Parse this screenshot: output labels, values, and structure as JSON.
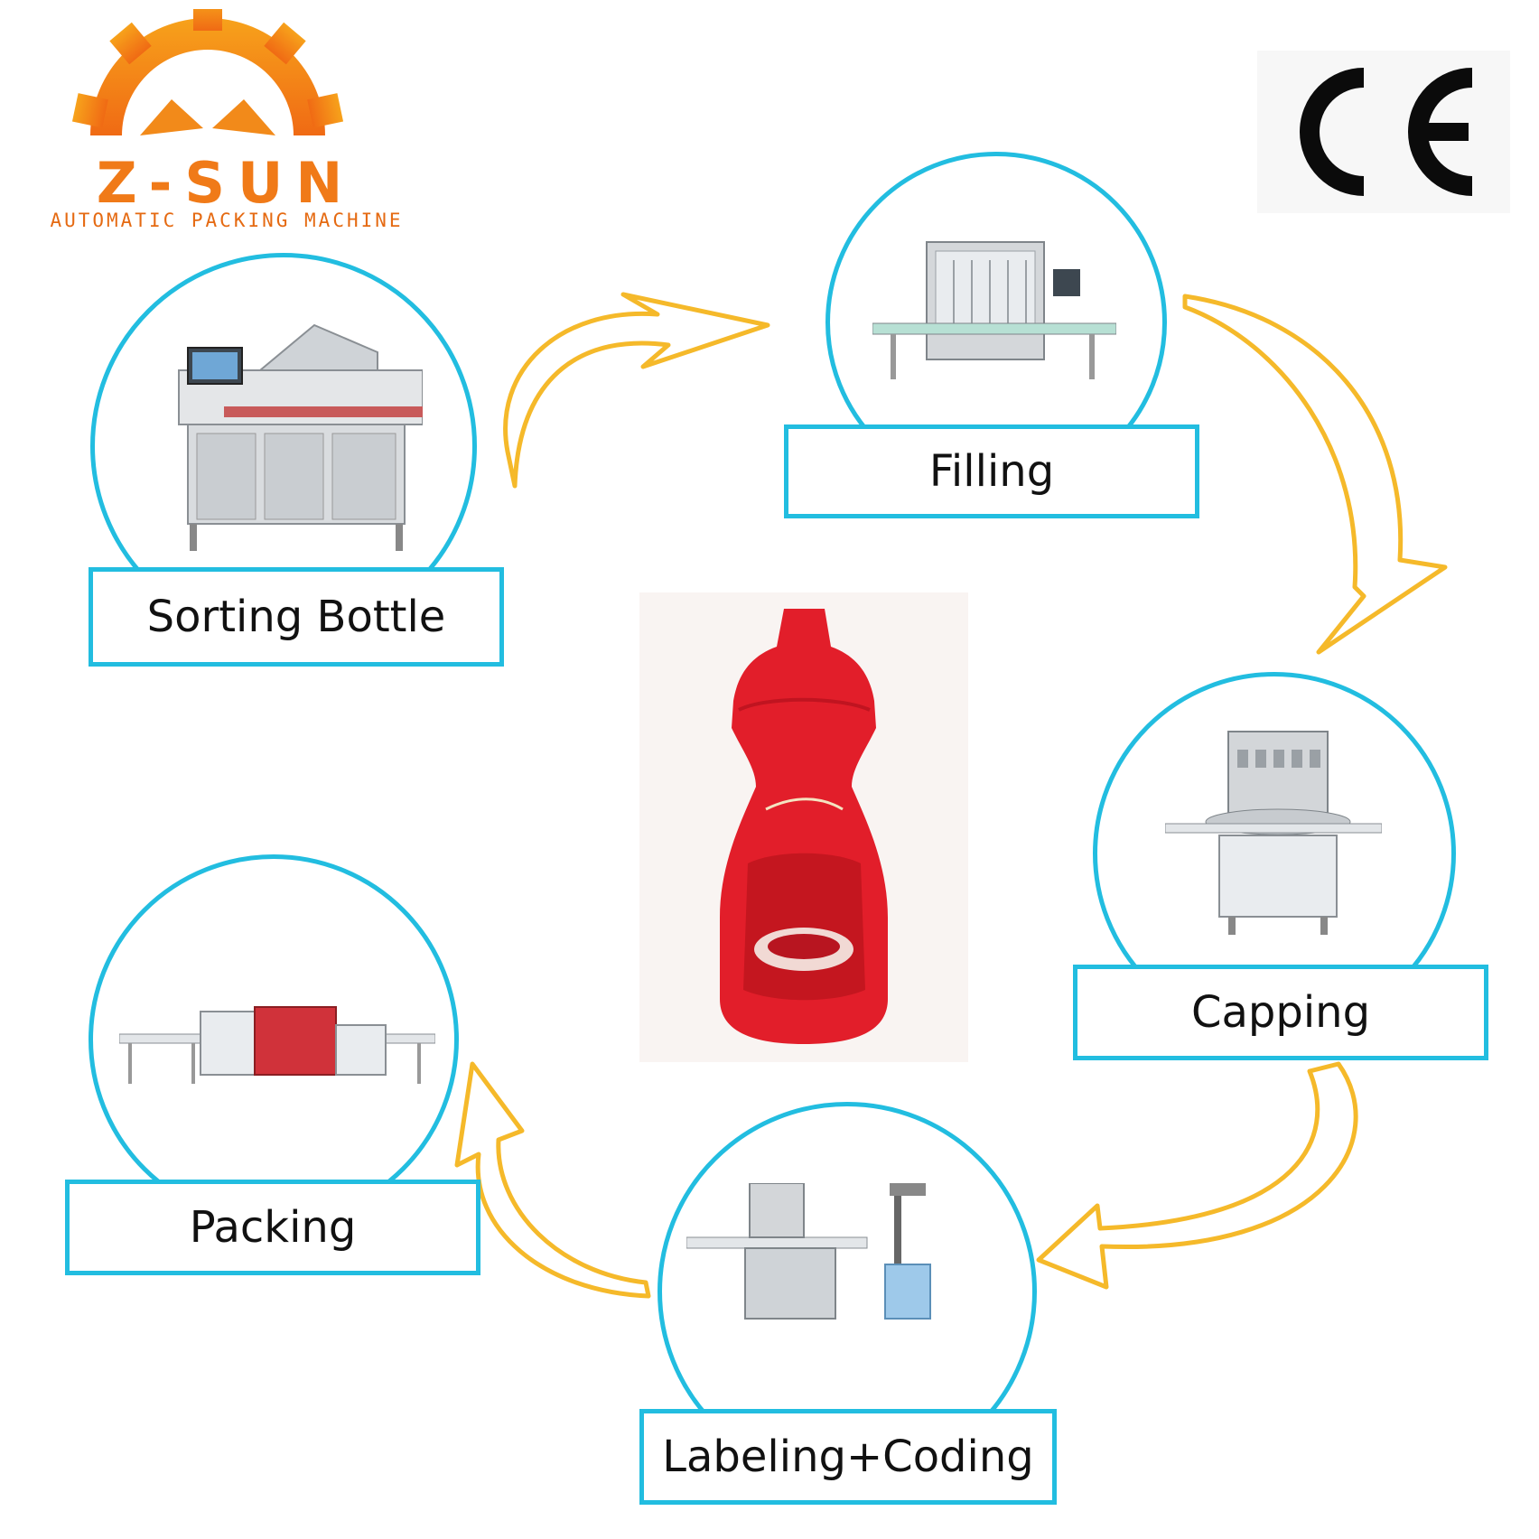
{
  "brand": {
    "name": "Z-SUN",
    "tagline": "AUTOMATIC PACKING MACHINE",
    "color": "#f07a18"
  },
  "certification": {
    "mark": "CE"
  },
  "colors": {
    "circle_border": "#22bde0",
    "arrow": "#f5b92a",
    "bottle": "#e21e2a"
  },
  "steps": [
    {
      "label": "Sorting Bottle",
      "icon": "bottle-sorting-machine-icon"
    },
    {
      "label": "Filling",
      "icon": "filling-machine-icon"
    },
    {
      "label": "Capping",
      "icon": "capping-machine-icon"
    },
    {
      "label": "Labeling+Coding",
      "icon": "labeling-coding-machine-icon"
    },
    {
      "label": "Packing",
      "icon": "shrink-packing-machine-icon"
    }
  ],
  "center_product": {
    "icon": "chili-sauce-bottle-icon"
  }
}
